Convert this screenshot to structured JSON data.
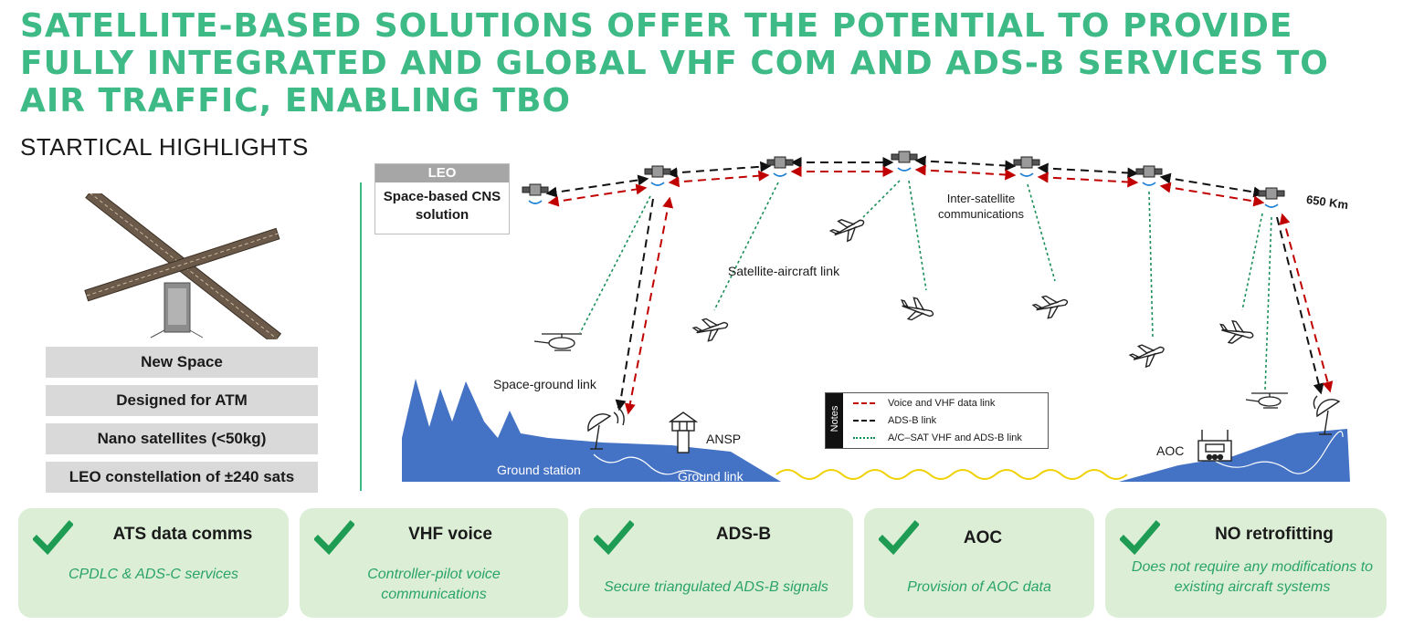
{
  "title": "SATELLITE-BASED SOLUTIONS OFFER THE POTENTIAL TO PROVIDE FULLY INTEGRATED AND GLOBAL VHF COM AND ADS-B SERVICES TO AIR TRAFFIC, ENABLING TBO",
  "subtitle": "STARTICAL HIGHLIGHTS",
  "highlights": [
    "New Space",
    "Designed for ATM",
    "Nano satellites (<50kg)",
    "LEO constellation of ±240 sats"
  ],
  "leo_box": {
    "header": "LEO",
    "body": "Space-based CNS solution"
  },
  "labels": {
    "altitude": "650 Km",
    "inter_sat": "Inter-satellite communications",
    "sat_aircraft": "Satellite-aircraft link",
    "space_ground": "Space-ground link",
    "ansp": "ANSP",
    "ground_station": "Ground station",
    "ground_link": "Ground link",
    "aoc": "AOC"
  },
  "legend": {
    "title": "Notes",
    "items": [
      {
        "label": "Voice and VHF data link",
        "color": "#c00000"
      },
      {
        "label": "ADS-B link",
        "color": "#111111"
      },
      {
        "label": "A/C–SAT VHF and ADS-B link",
        "color": "#1a8f5a"
      }
    ]
  },
  "cards": [
    {
      "title": "ATS data comms",
      "desc": "CPDLC & ADS-C services"
    },
    {
      "title": "VHF voice",
      "desc": "Controller-pilot voice communications"
    },
    {
      "title": "ADS-B",
      "desc": "Secure triangulated ADS-B signals"
    },
    {
      "title": "AOC",
      "desc": "Provision of AOC data"
    },
    {
      "title": "NO retrofitting",
      "desc": "Does not require any modifications to existing aircraft systems"
    }
  ],
  "colors": {
    "accent_green": "#3dba86",
    "card_bg": "#dcefd6",
    "terrain": "#4472c4",
    "red_link": "#c00000",
    "green_link": "#1a8f5a"
  }
}
